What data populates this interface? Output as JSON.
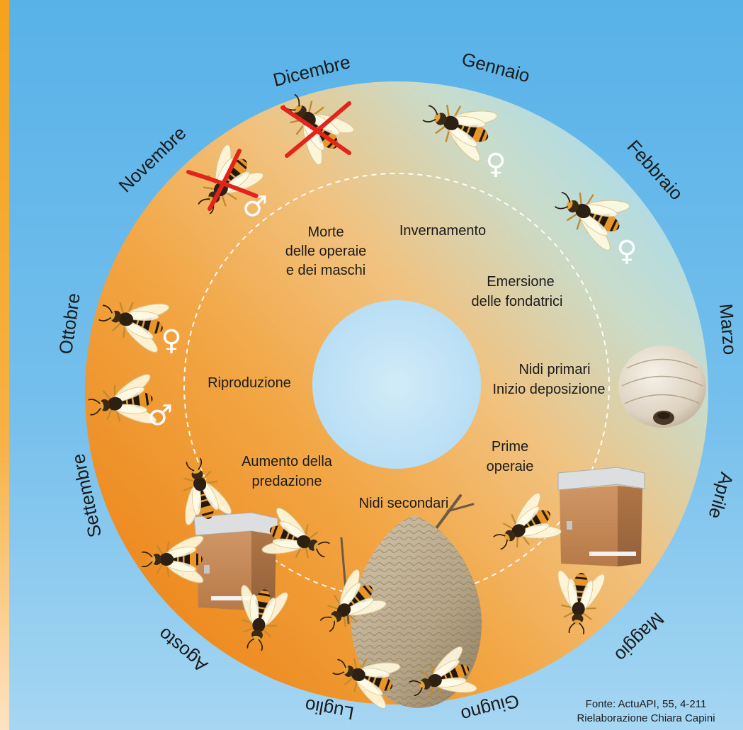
{
  "months": [
    "Gennaio",
    "Febbraio",
    "Marzo",
    "Aprile",
    "Maggio",
    "Giugno",
    "Luglio",
    "Agosto",
    "Settembre",
    "Ottobre",
    "Novembre",
    "Dicembre"
  ],
  "stages": [
    [
      "Morte",
      "delle operaie",
      "e dei maschi"
    ],
    [
      "Invernamento"
    ],
    [
      "Emersione",
      "delle fondatrici"
    ],
    [
      "Nidi primari",
      "Inizio deposizione"
    ],
    [
      "Prime",
      "operaie"
    ],
    [
      "Nidi secondari"
    ],
    [
      "Aumento della",
      "predazione"
    ],
    [
      "Riproduzione"
    ]
  ],
  "symbols": {
    "female": "♀",
    "male": "♂"
  },
  "footer": {
    "source": "Fonte: ActuAPI, 55, 4-211",
    "credit": "Rielaborazione Chiara Capini"
  },
  "icons": [
    "hornet-icon",
    "crossed-out-icon",
    "female-symbol-icon",
    "male-symbol-icon",
    "beehive-icon",
    "primary-nest-icon",
    "secondary-nest-icon"
  ],
  "colors": {
    "background": "#58b2e8",
    "ring_warm": "#ee8a1c",
    "ring_mid": "#f3b462",
    "ring_cool": "#aadcec",
    "cross": "#e3241b",
    "symbol": "#ffffff",
    "text": "#1b1b1b"
  }
}
